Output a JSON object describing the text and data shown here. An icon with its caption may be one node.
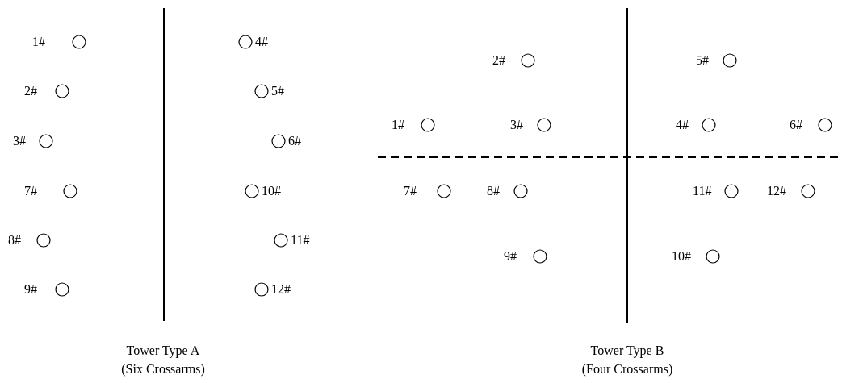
{
  "diagram": {
    "labels": [
      "1#",
      "4#",
      "2#",
      "5#",
      "3#",
      "6#",
      "7#",
      "10#",
      "8#",
      "11#",
      "9#",
      "12#",
      "2#",
      "5#",
      "1#",
      "3#",
      "4#",
      "6#",
      "7#",
      "8#",
      "11#",
      "12#",
      "9#",
      "10#",
      "Tower Type A",
      "(Six Crossarms)",
      "Tower Type B",
      "(Four Crossarms)"
    ]
  }
}
